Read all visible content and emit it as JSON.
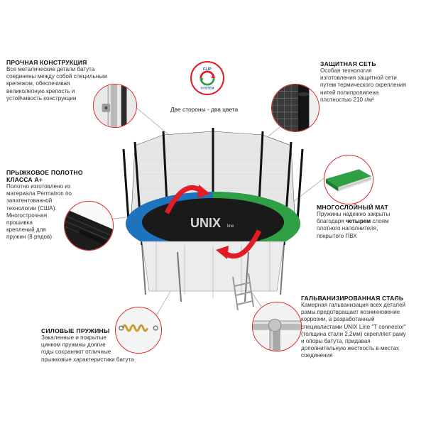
{
  "flip_logo": {
    "top_text": "FLIP",
    "bottom_text": "SYSTEM",
    "caption": "Две стороны - два цвета"
  },
  "brand": {
    "name": "UNIX",
    "suffix": "line"
  },
  "features": {
    "construction": {
      "title": "ПРОЧНАЯ КОНСТРУКЦИЯ",
      "lines": [
        "Все металические детали батута",
        "соединены между собой специльным",
        "крепежом, обеспечивая",
        "великолепную крепость и",
        "устойчивость конструкции"
      ]
    },
    "net": {
      "title": "ЗАЩИТНАЯ СЕТЬ",
      "lines": [
        "Особая технология",
        "изготовления защитной сети",
        "путем термического скрепления",
        "нитей полипропилена",
        "плотностью 210 г/м²"
      ]
    },
    "mat": {
      "title_lines": [
        "ПРЫЖКОВОЕ ПОЛОТНО",
        "КЛАССА А+"
      ],
      "lines": [
        "Полотно изготовлено из",
        "материала Permatron по",
        "запатентованной",
        "технологии (США).",
        "Многострочная",
        "прошивка",
        "креплений для",
        "пружин (8 рядов)"
      ]
    },
    "layer_mat": {
      "title": "МНОГОСЛОЙНЫЙ МАТ",
      "line1_pre": "Пружины надежно закрыты",
      "line2_pre": "благодаря ",
      "line2_bold": "четырем",
      "line2_post": " слоям",
      "lines_rest": [
        "плотного наполнителя,",
        "покрытого ПВХ"
      ]
    },
    "springs": {
      "title": "СИЛОВЫЕ ПРУЖИНЫ",
      "lines": [
        "Закаленные и покрытые",
        "цинком пружины долгие",
        "годы сохраняют отличные",
        "прыжковые характеристики батута"
      ]
    },
    "steel": {
      "title": "ГАЛЬВАНИЗИРОВАННАЯ СТАЛЬ",
      "lines": [
        "Камерная гальванизация всех деталей",
        "рамы предотвращает возникновение",
        "коррозии, а разработанный",
        "специалистами  UNIX Line \"T connector\"",
        "(толщина стали 2,2мм) скрепляет раму",
        "и опоры батута, придавая",
        "дополнительную жесткость в местах",
        "соединения"
      ]
    }
  },
  "colors": {
    "accent_red": "#e31b23",
    "pad_blue": "#1e73be",
    "pad_green": "#2ea043"
  }
}
